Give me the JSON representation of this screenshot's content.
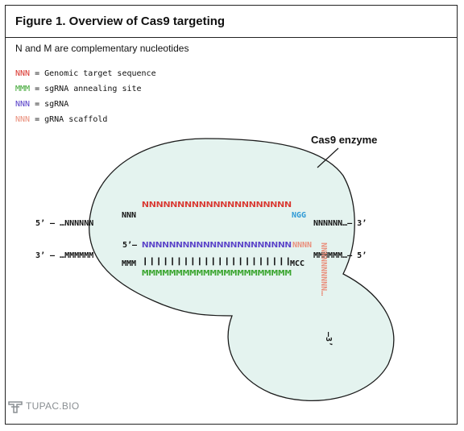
{
  "figure": {
    "title": "Figure 1. Overview of Cas9 targeting",
    "subtitle": "N and M are complementary nucleotides"
  },
  "colors": {
    "genomic": "#d9352e",
    "annealing": "#3aa52f",
    "sgrna": "#5840c8",
    "scaffold": "#ea8f7c",
    "pam": "#2f9ad6",
    "enzyme_fill": "#e4f3ef",
    "text": "#111111"
  },
  "legend": [
    {
      "code": "NNN",
      "color_key": "genomic",
      "label": " = Genomic target sequence"
    },
    {
      "code": "MMM",
      "color_key": "annealing",
      "label": " = sgRNA annealing site"
    },
    {
      "code": "NNN",
      "color_key": "sgrna",
      "label": " = sgRNA"
    },
    {
      "code": "NNN",
      "color_key": "scaffold",
      "label": " = gRNA scaffold"
    }
  ],
  "diagram": {
    "enzyme_label": "Cas9 enzyme",
    "top_strand": {
      "left_end": "5’  – …NNNNNN",
      "left_inner": "NNN",
      "target": "NNNNNNNNNNNNNNNNNNNNN",
      "pam": "NGG",
      "right_end": "NNNNNN…–  3’"
    },
    "sgrna_strand": {
      "prefix": "5’–",
      "guide": "NNNNNNNNNNNNNNNNNNNNNN",
      "scaffold_start": "NNNN",
      "scaffold_tail": "NNNNNNNNNN…",
      "tail_end": "–3’"
    },
    "pairing": {
      "bars": "||||||||||||||||||||||"
    },
    "bottom_strand": {
      "left_end": "3’  –  …MMMMMM",
      "left_inner": "MMM",
      "annealing": "MMMMMMMMMMMMMMMMMMMMMM",
      "right_inner": "MCC",
      "right_end": "MMMMMM…–  5’"
    }
  },
  "logo": {
    "text": "TUPAC.BIO"
  }
}
